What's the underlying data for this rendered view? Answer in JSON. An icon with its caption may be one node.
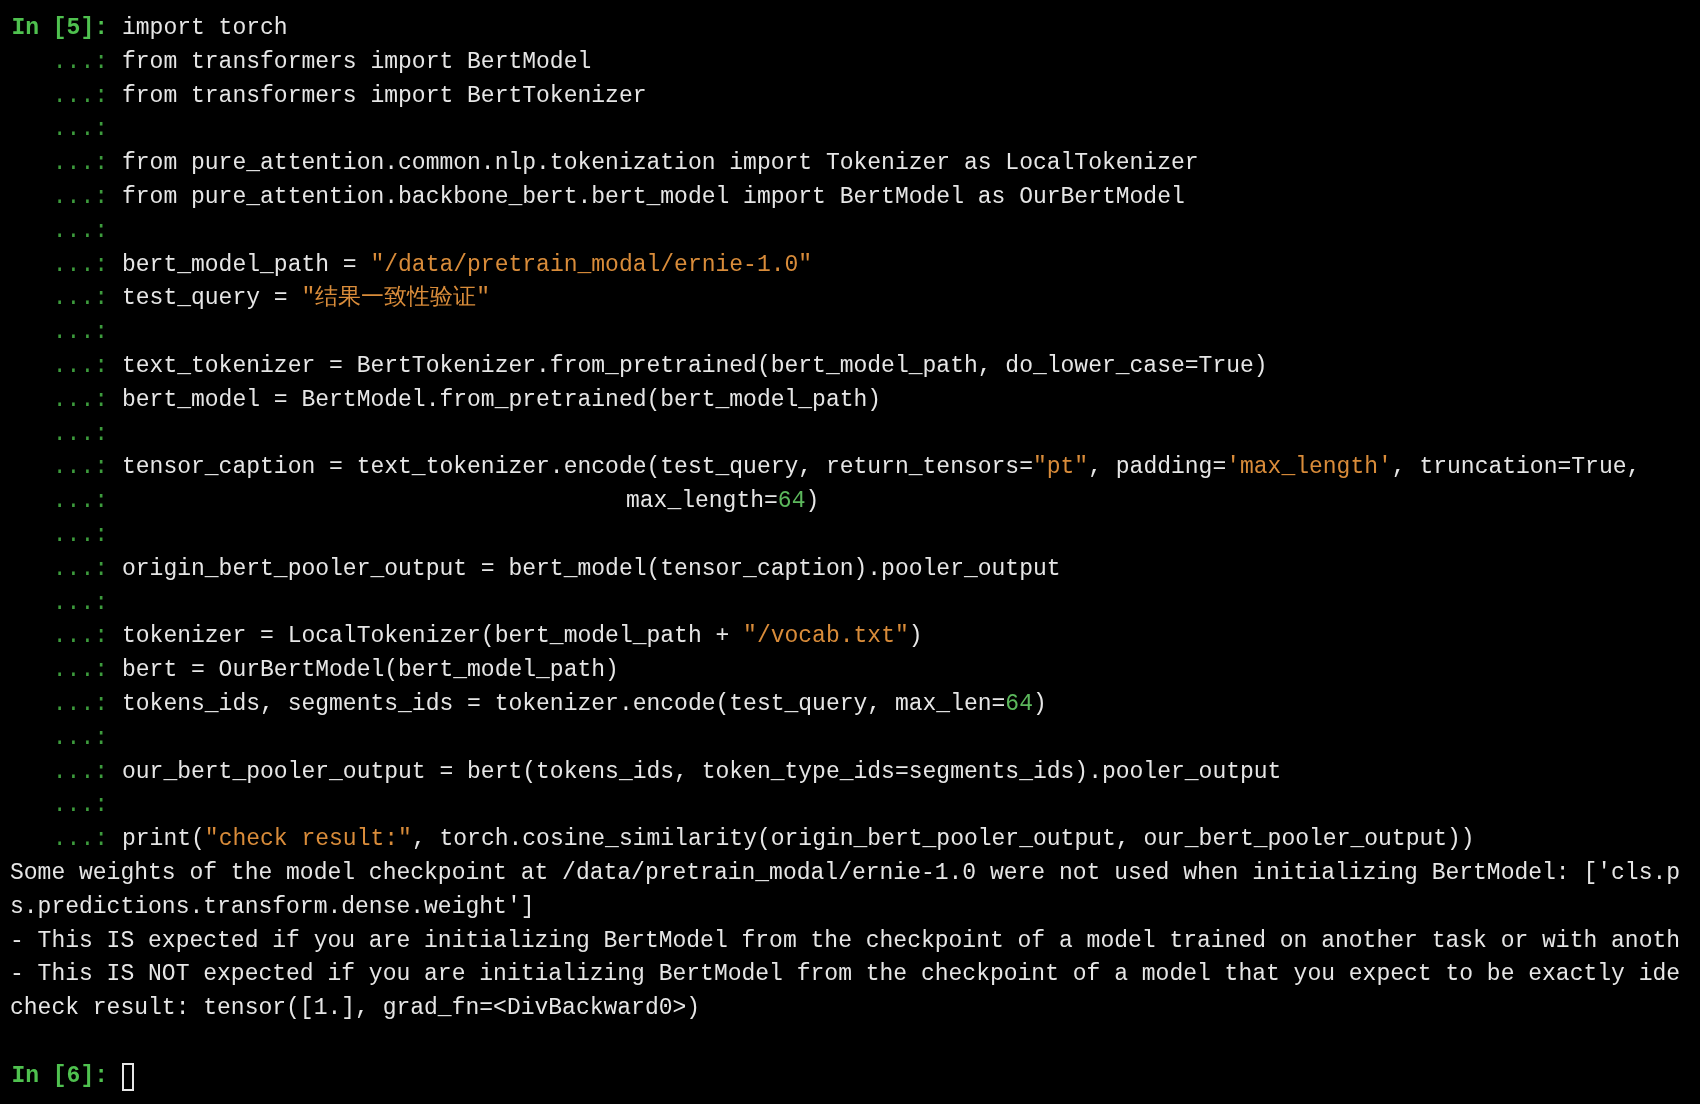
{
  "diagram": {
    "labels": [
      "In [5]:",
      "import torch",
      "...:",
      "from transformers import BertModel",
      "...:",
      "from transformers import BertTokenizer",
      "...:",
      "...:",
      "from pure_attention.common.nlp.tokenization import Tokenizer as LocalTokenizer",
      "...:",
      "from pure_attention.backbone_bert.bert_model import BertModel as OurBertModel",
      "...:",
      "...:",
      "bert_model_path = \"/data/pretrain_modal/ernie-1.0\"",
      "...:",
      "test_query = \"结果一致性验证\"",
      "...:",
      "...:",
      "text_tokenizer = BertTokenizer.from_pretrained(bert_model_path, do_lower_case=True)",
      "...:",
      "bert_model = BertModel.from_pretrained(bert_model_path)",
      "...:",
      "...:",
      "tensor_caption = text_tokenizer.encode(test_query, return_tensors=\"pt\", padding='max_length', truncation=True,",
      "...:",
      "max_length=64)",
      "...:",
      "...:",
      "origin_bert_pooler_output = bert_model(tensor_caption).pooler_output",
      "...:",
      "...:",
      "tokenizer = LocalTokenizer(bert_model_path + \"/vocab.txt\")",
      "...:",
      "bert = OurBertModel(bert_model_path)",
      "...:",
      "tokens_ids, segments_ids = tokenizer.encode(test_query, max_len=64)",
      "...:",
      "...:",
      "our_bert_pooler_output = bert(tokens_ids, token_type_ids=segments_ids).pooler_output",
      "...:",
      "...:",
      "print(\"check result:\", torch.cosine_similarity(origin_bert_pooler_output, our_bert_pooler_output))",
      "Some weights of the model checkpoint at /data/pretrain_modal/ernie-1.0 were not used when initializing BertModel: ['cls.p",
      "s.predictions.transform.dense.weight']",
      "- This IS expected if you are initializing BertModel from the checkpoint of a model trained on another task or with anoth",
      "- This IS NOT expected if you are initializing BertModel from the checkpoint of a model that you expect to be exactly ide",
      "check result: tensor([1.], grad_fn=<DivBackward0>)",
      "In [6]:"
    ]
  }
}
